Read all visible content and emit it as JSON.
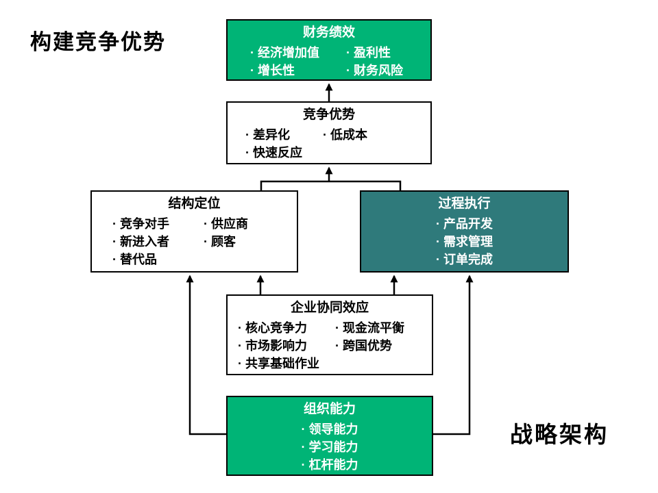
{
  "slide": {
    "title_left": "构建竞争优势",
    "title_right": "战略架构"
  },
  "colors": {
    "green_box": "#00B476",
    "teal_box": "#2F7A7B",
    "connector_line": "#000000"
  },
  "boxes": {
    "finance": {
      "title": "财务绩效",
      "rows": [
        [
          "· 经济增加值",
          "· 盈利性"
        ],
        [
          "· 增长性",
          "· 财务风险"
        ]
      ]
    },
    "advantage": {
      "title": "竞争优势",
      "rows": [
        [
          "· 差异化",
          "· 低成本"
        ],
        [
          "· 快速反应",
          ""
        ]
      ]
    },
    "structure": {
      "title": "结构定位",
      "rows": [
        [
          "· 竞争对手",
          "· 供应商"
        ],
        [
          "· 新进入者",
          "· 顾客"
        ],
        [
          "· 替代品",
          ""
        ]
      ]
    },
    "process": {
      "title": "过程执行",
      "items": [
        "· 产品开发",
        "· 需求管理",
        "· 订单完成"
      ]
    },
    "synergy": {
      "title": "企业协同效应",
      "rows": [
        [
          "· 核心竞争力",
          "· 现金流平衡"
        ],
        [
          "· 市场影响力",
          "· 跨国优势"
        ],
        [
          "· 共享基础作业",
          ""
        ]
      ]
    },
    "organization": {
      "title": "组织能力",
      "items": [
        "· 领导能力",
        "· 学习能力",
        "· 杠杆能力"
      ]
    }
  }
}
